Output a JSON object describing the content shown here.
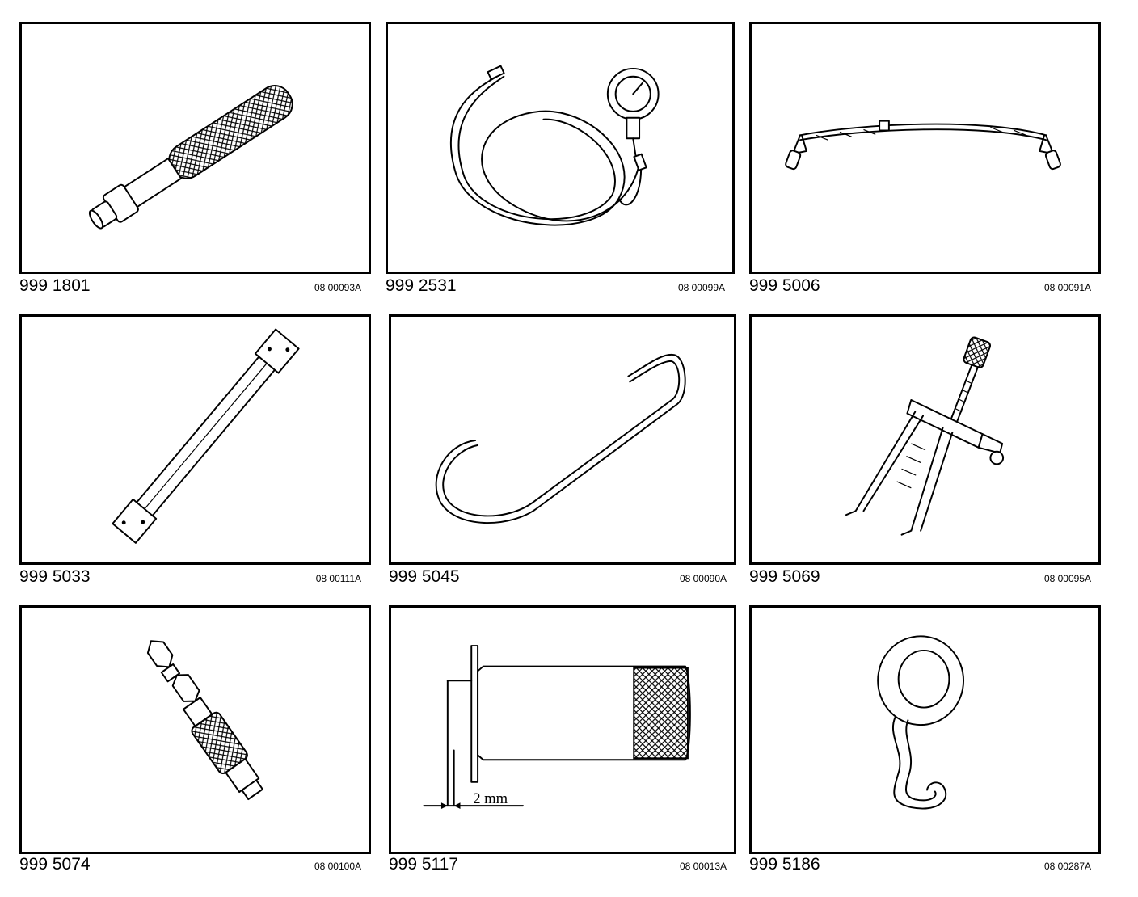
{
  "tools": [
    {
      "part_number": "999 1801",
      "figure_code": "08 00093A",
      "icon": "handle-tool-icon"
    },
    {
      "part_number": "999 2531",
      "figure_code": "08 00099A",
      "icon": "pressure-gauge-hose-icon"
    },
    {
      "part_number": "999 5006",
      "figure_code": "08 00091A",
      "icon": "cable-tool-icon"
    },
    {
      "part_number": "999 5033",
      "figure_code": "08 00111A",
      "icon": "flat-bracket-icon"
    },
    {
      "part_number": "999 5045",
      "figure_code": "08 00090A",
      "icon": "wire-hook-icon"
    },
    {
      "part_number": "999 5069",
      "figure_code": "08 00095A",
      "icon": "two-jaw-puller-icon"
    },
    {
      "part_number": "999 5074",
      "figure_code": "08 00100A",
      "icon": "hose-adapter-icon"
    },
    {
      "part_number": "999 5117",
      "figure_code": "08 00013A",
      "icon": "knurled-sleeve-icon",
      "dimension_label": "2 mm"
    },
    {
      "part_number": "999 5186",
      "figure_code": "08 00287A",
      "icon": "s-hook-icon"
    }
  ]
}
